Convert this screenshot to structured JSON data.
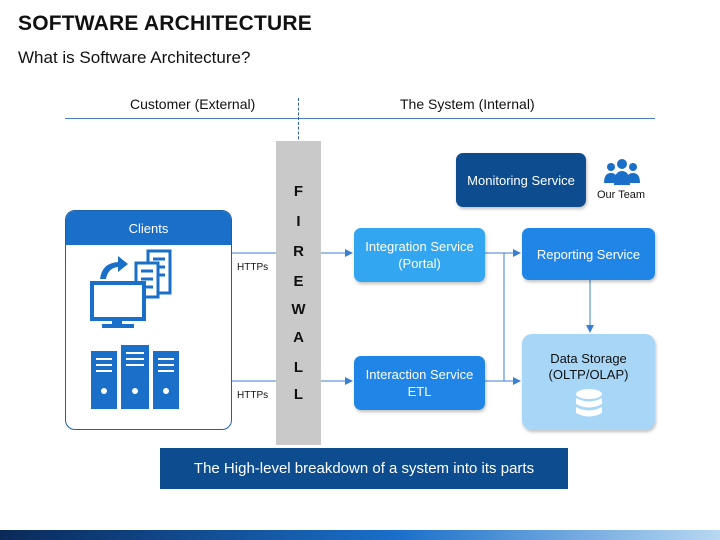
{
  "header": {
    "title": "SOFTWARE ARCHITECTURE",
    "subtitle": "What is Software Architecture?"
  },
  "zones": {
    "external": "Customer (External)",
    "internal": "The System (Internal)"
  },
  "firewall": {
    "letters": [
      "F",
      "I",
      "R",
      "E",
      "W",
      "A",
      "L",
      "L"
    ]
  },
  "clients": {
    "label": "Clients"
  },
  "protocols": {
    "top": "HTTPs",
    "bottom": "HTTPs"
  },
  "services": {
    "monitoring": "Monitoring Service",
    "team": "Our Team",
    "integration_line1": "Integration Service",
    "integration_line2": "(Portal)",
    "reporting": "Reporting Service",
    "interaction_line1": "Interaction Service",
    "interaction_line2": "ETL",
    "storage_line1": "Data Storage",
    "storage_line2": "(OLTP/OLAP)"
  },
  "note": "The High-level breakdown of a system into its parts",
  "colors": {
    "primary_blue": "#1a6fc9",
    "light_blue": "#33a6f2",
    "dark_navy": "#0d4d8f",
    "storage_fill": "#a8d6f7",
    "firewall_gray": "#c9c9c9"
  },
  "icons": [
    "monitor-icon",
    "document-icon",
    "arrow-icon",
    "server-rack-icon",
    "team-icon",
    "database-icon"
  ]
}
